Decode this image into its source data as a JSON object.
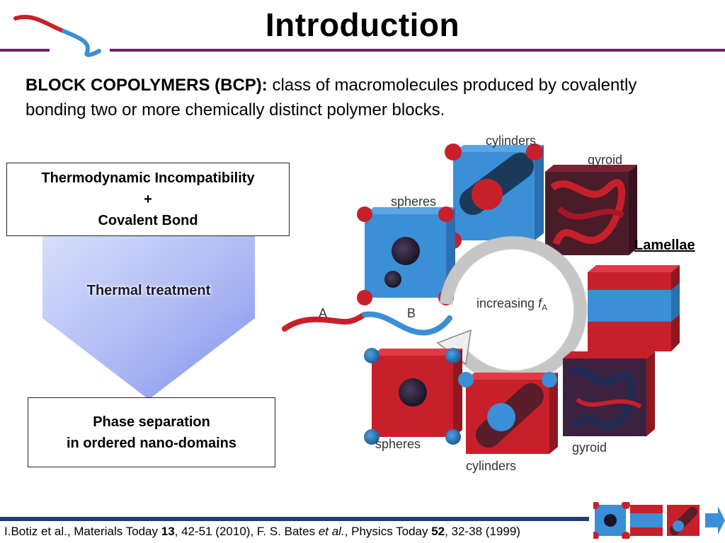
{
  "slide": {
    "title": "Introduction",
    "intro_bold": "BLOCK COPOLYMERS (BCP):",
    "intro_text": " class of macromolecules produced by  covalently bonding two or more chemically distinct polymer blocks."
  },
  "flow": {
    "top_line1": "Thermodynamic Incompatibility",
    "top_line2": "+",
    "top_line3": "Covalent Bond",
    "middle": "Thermal treatment",
    "bottom_line1": "Phase separation",
    "bottom_line2": "in ordered nano-domains"
  },
  "phase_diagram": {
    "label_cylinders_top": "cylinders",
    "label_gyroid_top": "gyroid",
    "label_spheres_top": "spheres",
    "label_lamellae": "Lamellae",
    "label_increasing": "increasing ",
    "label_f": "f",
    "label_f_sub": "A",
    "label_block_a": "A",
    "label_block_b": "B",
    "label_spheres_bottom": "spheres",
    "label_cylinders_bottom": "cylinders",
    "label_gyroid_bottom": "gyroid"
  },
  "footer": {
    "ref1_prefix": "I.Botiz et al., Materials Today ",
    "ref1_volume": "13",
    "ref1_pages": ", 42-51 (2010), F. S. Bates ",
    "ref2_etal": "et al.",
    "ref2_journal": ", Physics Today ",
    "ref2_volume": "52",
    "ref2_pages": ", 32-38 (1999)"
  },
  "colors": {
    "red_block": "#c8202a",
    "blue_block": "#3a8fd6",
    "accent_rule": "#7a1d6a",
    "footer_bar": "#1f3d7a"
  }
}
